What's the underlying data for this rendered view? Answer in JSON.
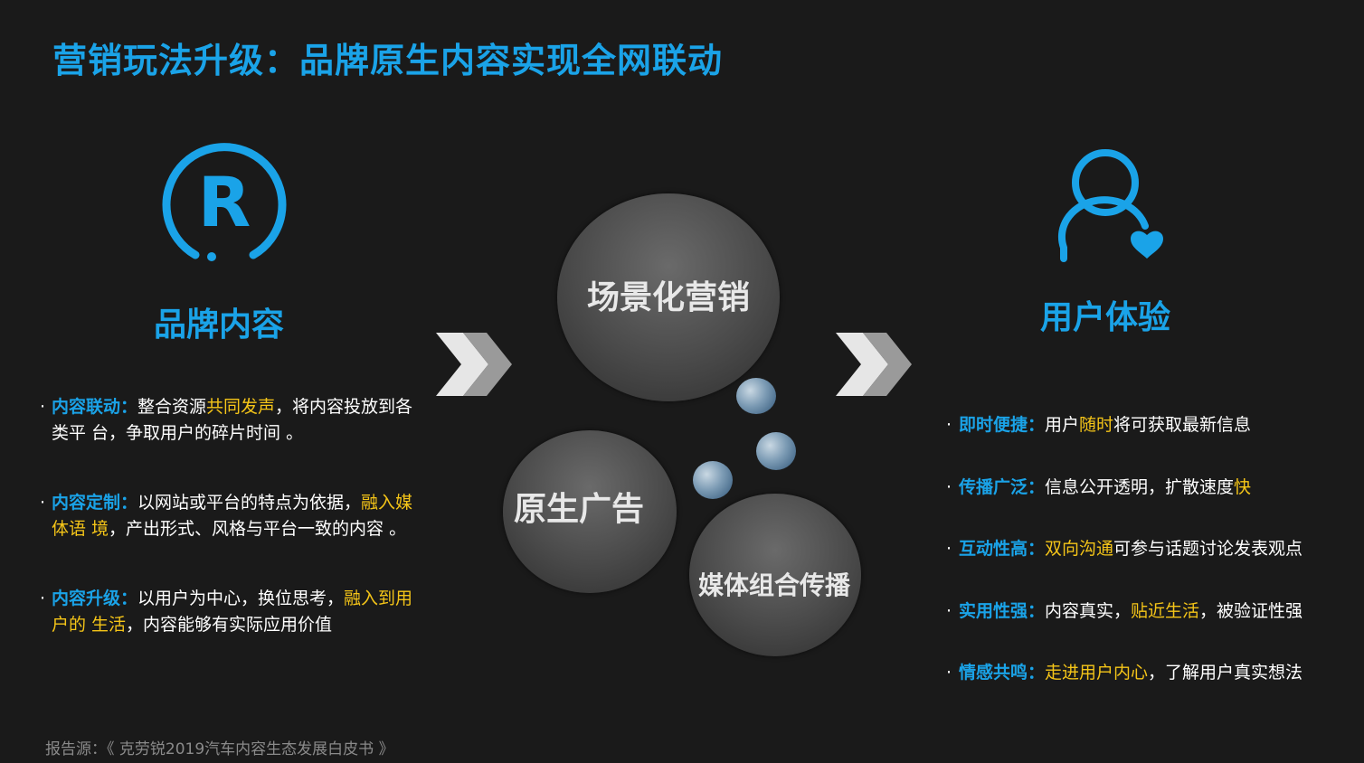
{
  "title": "营销玩法升级：品牌原生内容实现全网联动",
  "brand_icon_letter": "R",
  "left": {
    "heading": "品牌内容",
    "items": [
      {
        "label": "内容联动：",
        "segments": [
          {
            "text": "整合资源",
            "hl": false
          },
          {
            "text": "共同发声",
            "hl": true
          },
          {
            "text": "，将内容投放到各类平 台，争取用户的碎片时间 。",
            "hl": false
          }
        ]
      },
      {
        "label": "内容定制：",
        "segments": [
          {
            "text": "以网站或平台的特点为依据，",
            "hl": false
          },
          {
            "text": "融入媒体语 境",
            "hl": true
          },
          {
            "text": "，产出形式、风格与平台一致的内容 。",
            "hl": false
          }
        ]
      },
      {
        "label": "内容升级：",
        "segments": [
          {
            "text": "以用户为中心，换位思考，",
            "hl": false
          },
          {
            "text": "融入到用户的 生活",
            "hl": true
          },
          {
            "text": "，内容能够有实际应用价值",
            "hl": false
          }
        ]
      }
    ]
  },
  "center": {
    "circle1": "场景化营销",
    "circle2": "原生广告",
    "circle3": "媒体组合传播"
  },
  "right": {
    "heading": "用户体验",
    "items": [
      {
        "label": "即时便捷：",
        "segments": [
          {
            "text": "用户",
            "hl": false
          },
          {
            "text": "随时",
            "hl": true
          },
          {
            "text": "将可获取最新信息",
            "hl": false
          }
        ]
      },
      {
        "label": "传播广泛：",
        "segments": [
          {
            "text": "信息公开透明，扩散速度",
            "hl": false
          },
          {
            "text": "快",
            "hl": true
          }
        ]
      },
      {
        "label": "互动性高：",
        "segments": [
          {
            "text": "双向沟通",
            "hl": true
          },
          {
            "text": "可参与话题讨论发表观点",
            "hl": false
          }
        ]
      },
      {
        "label": "实用性强：",
        "segments": [
          {
            "text": "内容真实，",
            "hl": false
          },
          {
            "text": "贴近生活",
            "hl": true
          },
          {
            "text": "，被验证性强",
            "hl": false
          }
        ]
      },
      {
        "label": "情感共鸣：",
        "segments": [
          {
            "text": "走进用户内心",
            "hl": true
          },
          {
            "text": "，了解用户真实想法",
            "hl": false
          }
        ]
      }
    ]
  },
  "source": "报告源：《 克劳锐2019汽车内容生态发展白皮书 》",
  "colors": {
    "accent": "#1aa3e8",
    "highlight": "#f5c518",
    "background": "#1a1a1a"
  },
  "icons": [
    "registered-trademark-icon",
    "user-heart-icon",
    "chevron-right-double-icon"
  ]
}
